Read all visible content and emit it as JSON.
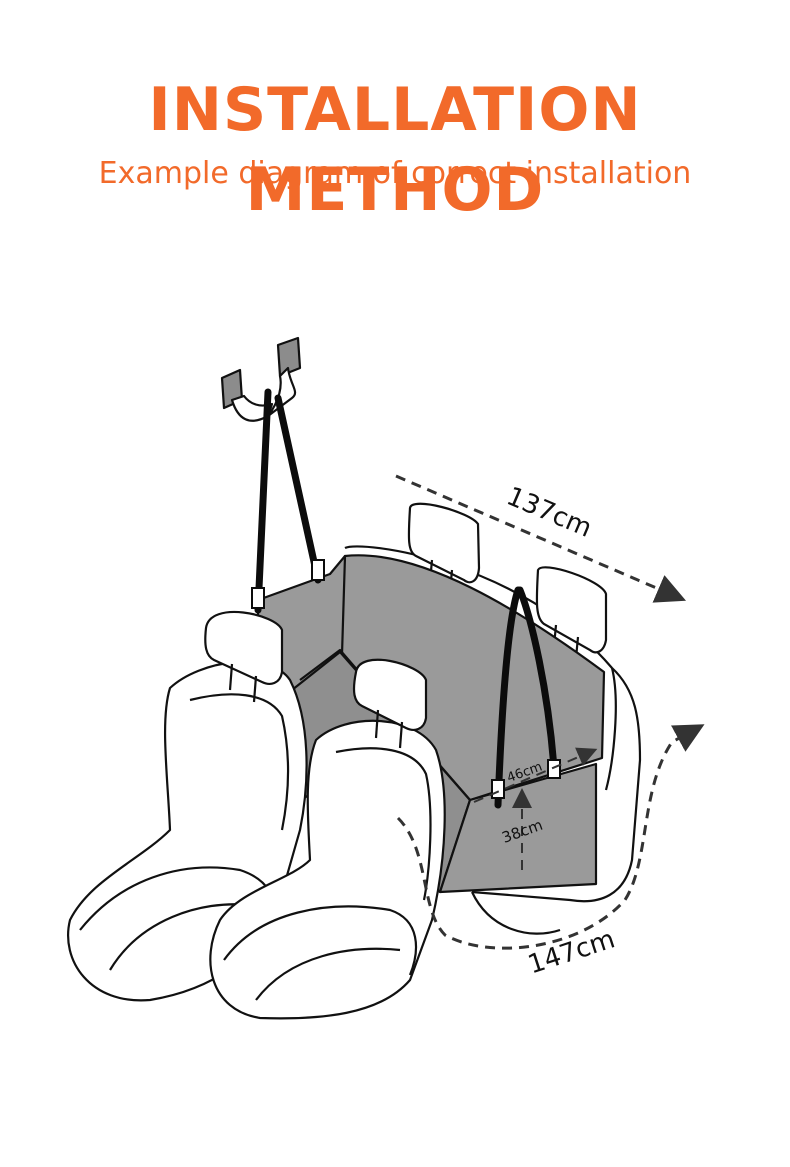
{
  "header": {
    "title": "INSTALLATION METHOD",
    "subtitle": "Example diagram of correct installation"
  },
  "colors": {
    "accent": "#f26a2a",
    "hammock": "#9a9a9a",
    "hammock_dark": "#8a8a8a",
    "outline": "#111111",
    "strap": "#0c0c0c",
    "arrow": "#333333"
  },
  "dimensions": {
    "bench_width": "137cm",
    "total_length": "147cm",
    "flap_width": "46cm",
    "flap_height": "38cm"
  }
}
